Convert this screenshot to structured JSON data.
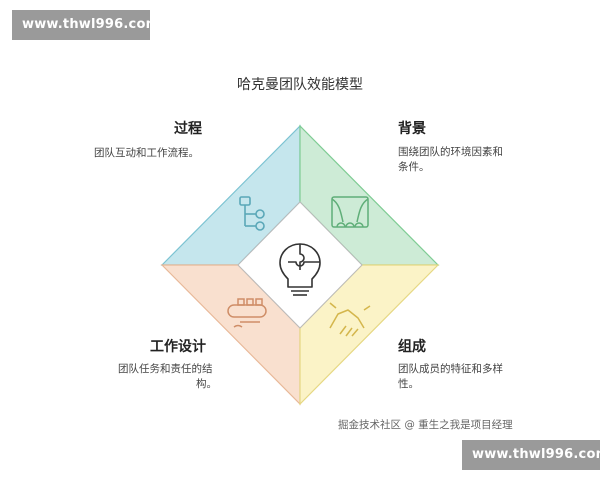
{
  "watermark": {
    "top_text": "www.thwl996.com",
    "bottom_text": "www.thwl996.com"
  },
  "title": "哈克曼团队效能模型",
  "sections": {
    "process": {
      "title": "过程",
      "desc_lines": [
        "团队互动和工作流程。"
      ],
      "color": "#c5e6ed",
      "icon": "flowchart-icon"
    },
    "background": {
      "title": "背景",
      "desc_lines": [
        "围绕团队的环境因素和",
        "条件。"
      ],
      "color": "#cdebd6",
      "icon": "curtain-stage-icon"
    },
    "work_design": {
      "title": "工作设计",
      "desc_lines": [
        "团队任务和责任的结",
        "构。"
      ],
      "color": "#f9e0cf",
      "icon": "conveyor-icon"
    },
    "composition": {
      "title": "组成",
      "desc_lines": [
        "团队成员的特征和多样",
        "性。"
      ],
      "color": "#fbf3c7",
      "icon": "handshake-icon"
    }
  },
  "center_icon": "lightbulb-puzzle-icon",
  "credit": "掘金技术社区 @ 重生之我是项目经理"
}
